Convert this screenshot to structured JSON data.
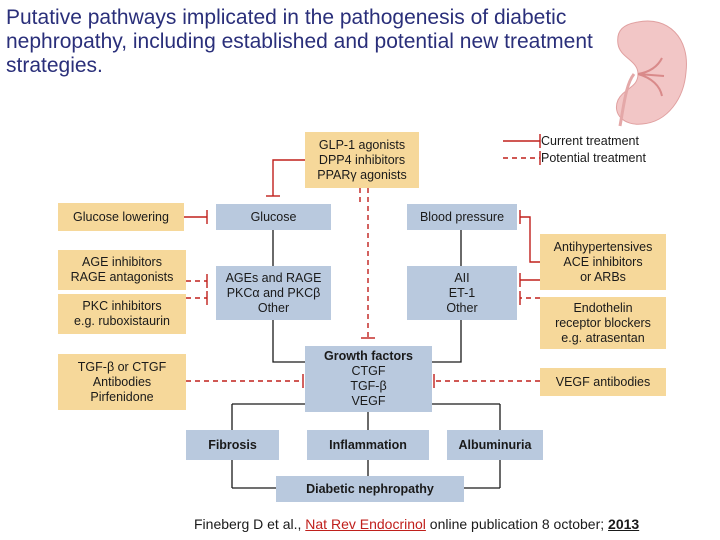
{
  "title": "Putative pathways implicated in the pathogenesis of diabetic nephropathy, including established and potential new treatment strategies.",
  "legend": {
    "current": "Current treatment",
    "potential": "Potential treatment"
  },
  "boxes": {
    "glp1": [
      "GLP-1 agonists",
      "DPP4 inhibitors",
      "PPARγ agonists"
    ],
    "glucose_lowering": [
      "Glucose lowering"
    ],
    "glucose": [
      "Glucose"
    ],
    "blood_pressure": [
      "Blood pressure"
    ],
    "antihypertensives": [
      "Antihypertensives",
      "ACE inhibitors",
      "or ARBs"
    ],
    "age_inhibitors": [
      "AGE inhibitors",
      "RAGE antagonists"
    ],
    "pkc_inhibitors": [
      "PKC inhibitors",
      "e.g. ruboxistaurin"
    ],
    "ages_rage": [
      "AGEs and RAGE",
      "PKCα and PKCβ",
      "Other"
    ],
    "all_et1": [
      "AII",
      "ET-1",
      "Other"
    ],
    "endothelin": [
      "Endothelin",
      "receptor blockers",
      "e.g. atrasentan"
    ],
    "tgf_ctgf": [
      "TGF-β or CTGF",
      "Antibodies",
      "Pirfenidone"
    ],
    "growth_factors": [
      "Growth factors",
      "CTGF",
      "TGF-β",
      "VEGF"
    ],
    "vegf_antibodies": [
      "VEGF antibodies"
    ],
    "fibrosis": [
      "Fibrosis"
    ],
    "inflammation": [
      "Inflammation"
    ],
    "albuminuria": [
      "Albuminuria"
    ],
    "diabetic_nephropathy": [
      "Diabetic nephropathy"
    ]
  },
  "citation": {
    "authors": "Fineberg D et al., ",
    "journal": "Nat Rev Endocrinol",
    "rest": " online publication 8 october; ",
    "year": "2013"
  },
  "colors": {
    "title": "#2a2f7a",
    "blue_box": "#b9c9de",
    "orange_box": "#f6d89a",
    "current_line": "#c0201c",
    "potential_line": "#c0201c",
    "connector": "#1a1a1a"
  },
  "icons": {
    "kidney": "kidney-illustration"
  }
}
